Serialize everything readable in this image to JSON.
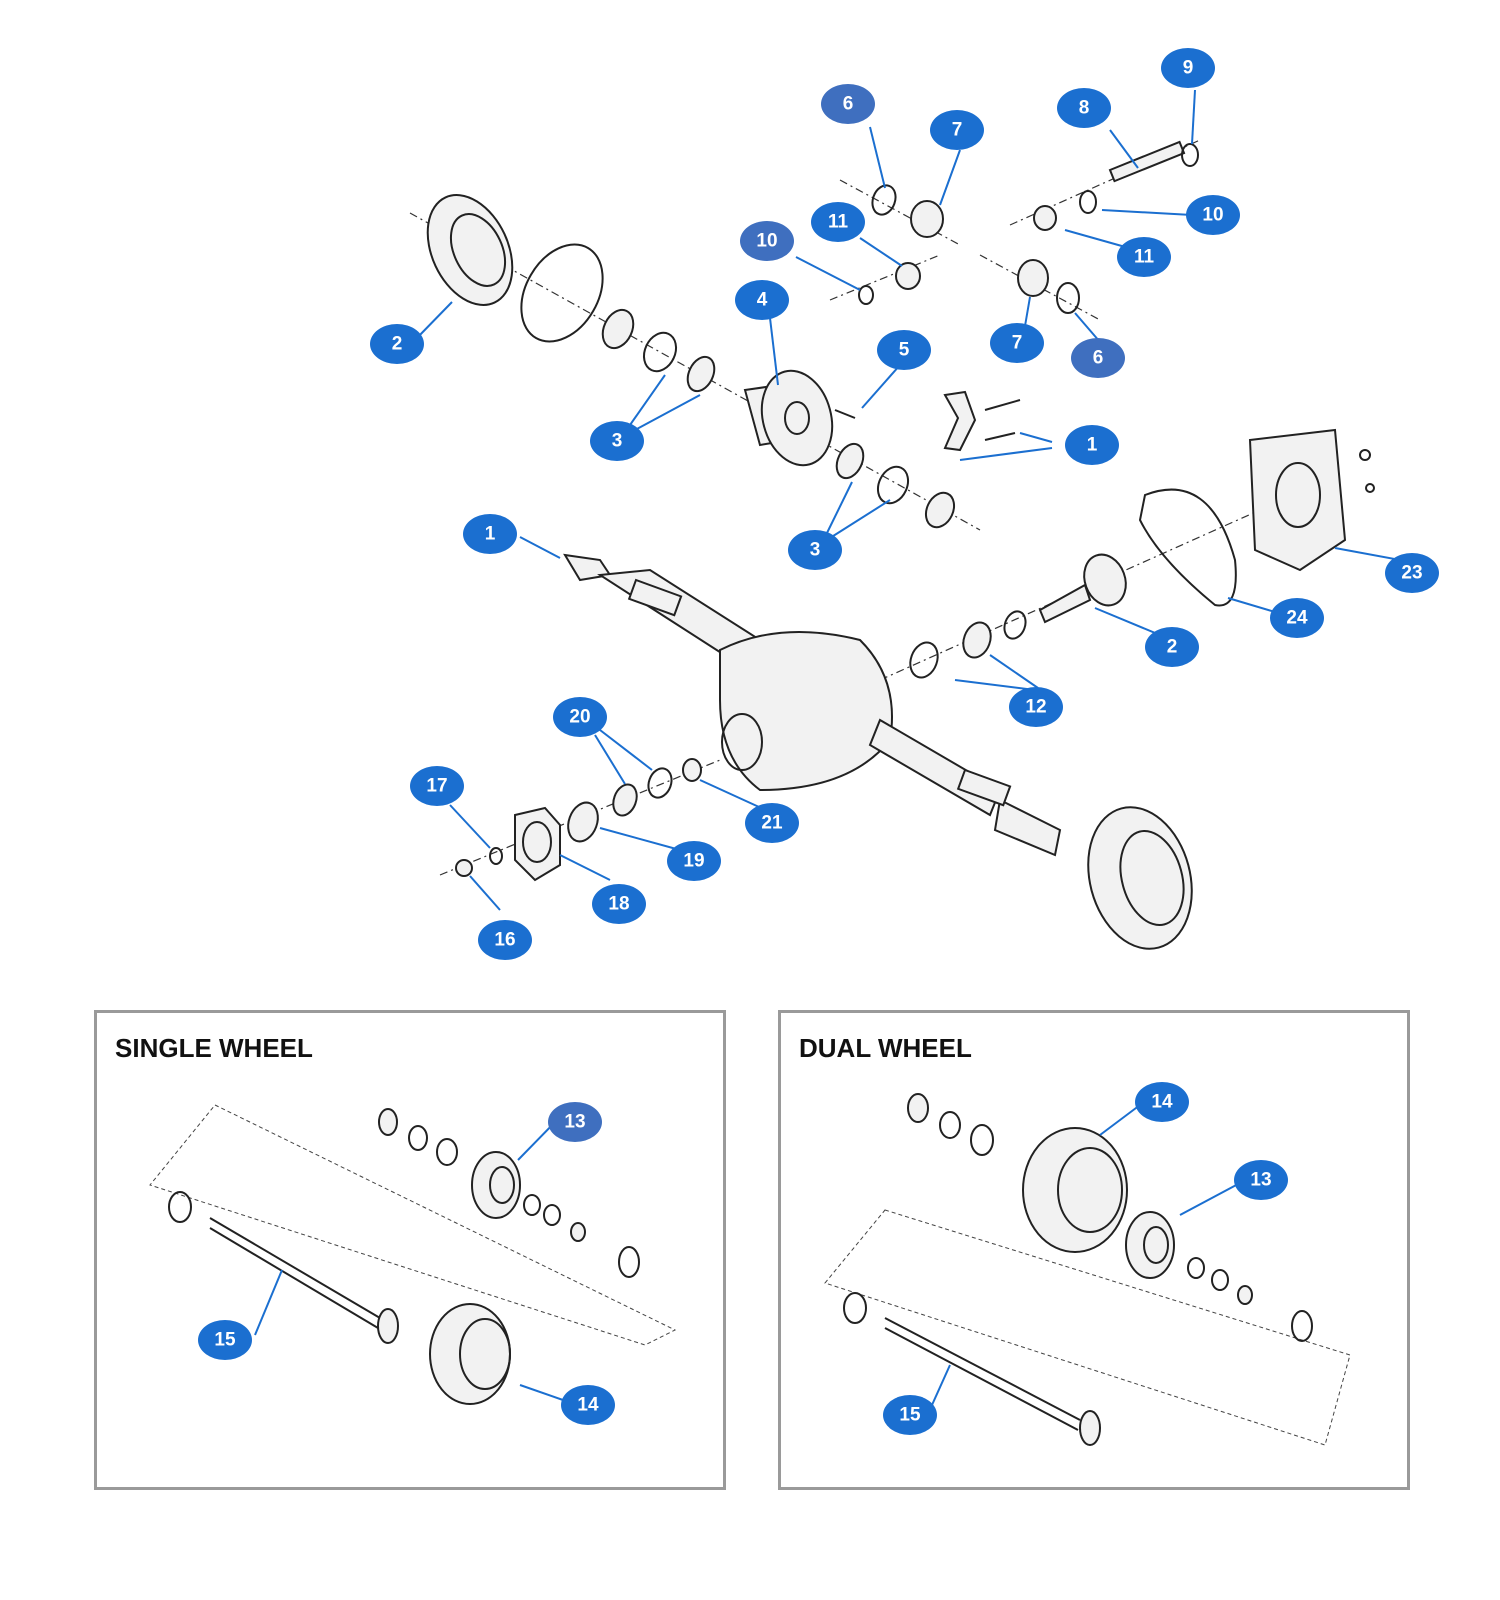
{
  "panels": {
    "single": {
      "title": "SINGLE WHEEL"
    },
    "dual": {
      "title": "DUAL WHEEL"
    }
  },
  "colors": {
    "callout": "#1b6fd0",
    "callout_alt": "#3f6fbf",
    "panel_border": "#9a9a9a"
  },
  "callouts": {
    "c1a": "1",
    "c1b": "1",
    "c2a": "2",
    "c2b": "2",
    "c3a": "3",
    "c3b": "3",
    "c4": "4",
    "c5": "5",
    "c6a": "6",
    "c6b": "6",
    "c7a": "7",
    "c7b": "7",
    "c8": "8",
    "c9": "9",
    "c10a": "10",
    "c10b": "10",
    "c11a": "11",
    "c11b": "11",
    "c12": "12",
    "c16": "16",
    "c17": "17",
    "c18": "18",
    "c19": "19",
    "c20": "20",
    "c21": "21",
    "c23": "23",
    "c24": "24",
    "s13": "13",
    "s14": "14",
    "s15": "15",
    "d13": "13",
    "d14": "14",
    "d15": "15"
  }
}
